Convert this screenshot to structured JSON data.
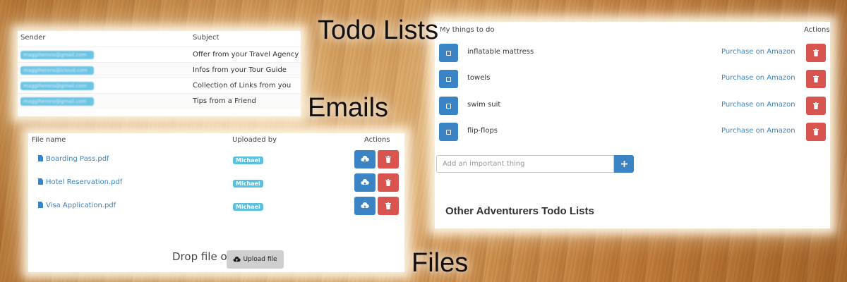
{
  "captions": {
    "todo": "Todo Lists",
    "emails": "Emails",
    "files": "Files"
  },
  "emails": {
    "col_sender": "Sender",
    "col_subject": "Subject",
    "rows": [
      {
        "sender": "maggiherons@gmail.com",
        "subject": "Offer from your Travel Agency"
      },
      {
        "sender": "maggiherons@icloud.com",
        "subject": "Infos from your Tour Guide"
      },
      {
        "sender": "maggiherons@gmail.com",
        "subject": "Collection of Links from you"
      },
      {
        "sender": "maggiherons@gmail.com",
        "subject": "Tips from a Friend"
      }
    ]
  },
  "files": {
    "col_name": "File name",
    "col_uploaded": "Uploaded by",
    "col_actions": "Actions",
    "rows": [
      {
        "name": "Boarding Pass.pdf",
        "uploader": "Michael"
      },
      {
        "name": "Hotel Reservation.pdf",
        "uploader": "Michael"
      },
      {
        "name": "Visa Application.pdf",
        "uploader": "Michael"
      }
    ],
    "drop_text": "Drop file or",
    "upload_label": "Upload file"
  },
  "todo": {
    "col_title": "My things to do",
    "col_actions": "Actions",
    "items": [
      {
        "text": "inflatable mattress",
        "link": "Purchase on Amazon"
      },
      {
        "text": "towels",
        "link": "Purchase on Amazon"
      },
      {
        "text": "swim suit",
        "link": "Purchase on Amazon"
      },
      {
        "text": "flip-flops",
        "link": "Purchase on Amazon"
      }
    ],
    "input_placeholder": "Add an important thing",
    "other_title": "Other Adventurers Todo Lists"
  },
  "colors": {
    "primary": "#3a84c5",
    "danger": "#d9534f",
    "info": "#5bc0de",
    "muted_button": "#cfcfcf"
  },
  "icons": {
    "checkbox": "checkbox-icon",
    "delete": "trash-icon",
    "download": "cloud-download-icon",
    "upload": "cloud-upload-icon",
    "add": "plus-icon",
    "file": "file-icon"
  }
}
